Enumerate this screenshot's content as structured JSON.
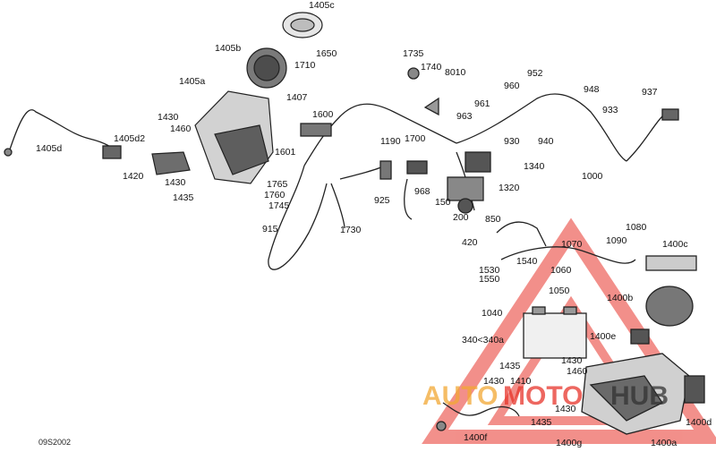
{
  "figure_code": "09S2002",
  "watermark": {
    "part1": "AUTO",
    "part2": "MOTO",
    "part3": "HUB",
    "colors": {
      "orange": "#f2a833",
      "red": "#e8352b",
      "dark": "#333333"
    }
  },
  "labels": [
    "1405c",
    "1405b",
    "1650",
    "1710",
    "1405a",
    "1407",
    "1600",
    "1430",
    "1460",
    "1405d",
    "1405d2",
    "1420",
    "1430",
    "1435",
    "1601",
    "1765",
    "1760",
    "1745",
    "915",
    "1730",
    "1735",
    "1740",
    "8010",
    "1190",
    "1700",
    "963",
    "961",
    "960",
    "952",
    "948",
    "937",
    "933",
    "930",
    "940",
    "1000",
    "1340",
    "1320",
    "925",
    "968",
    "150",
    "200",
    "850",
    "420",
    "1070",
    "1090",
    "1080",
    "1400c",
    "1540",
    "1060",
    "1530",
    "1550",
    "1050",
    "1400b",
    "1040",
    "340<340a",
    "1400e",
    "1435",
    "1430",
    "1460",
    "1410",
    "1430",
    "1430",
    "1435",
    "1400d",
    "1400f",
    "1400g",
    "1400a"
  ]
}
